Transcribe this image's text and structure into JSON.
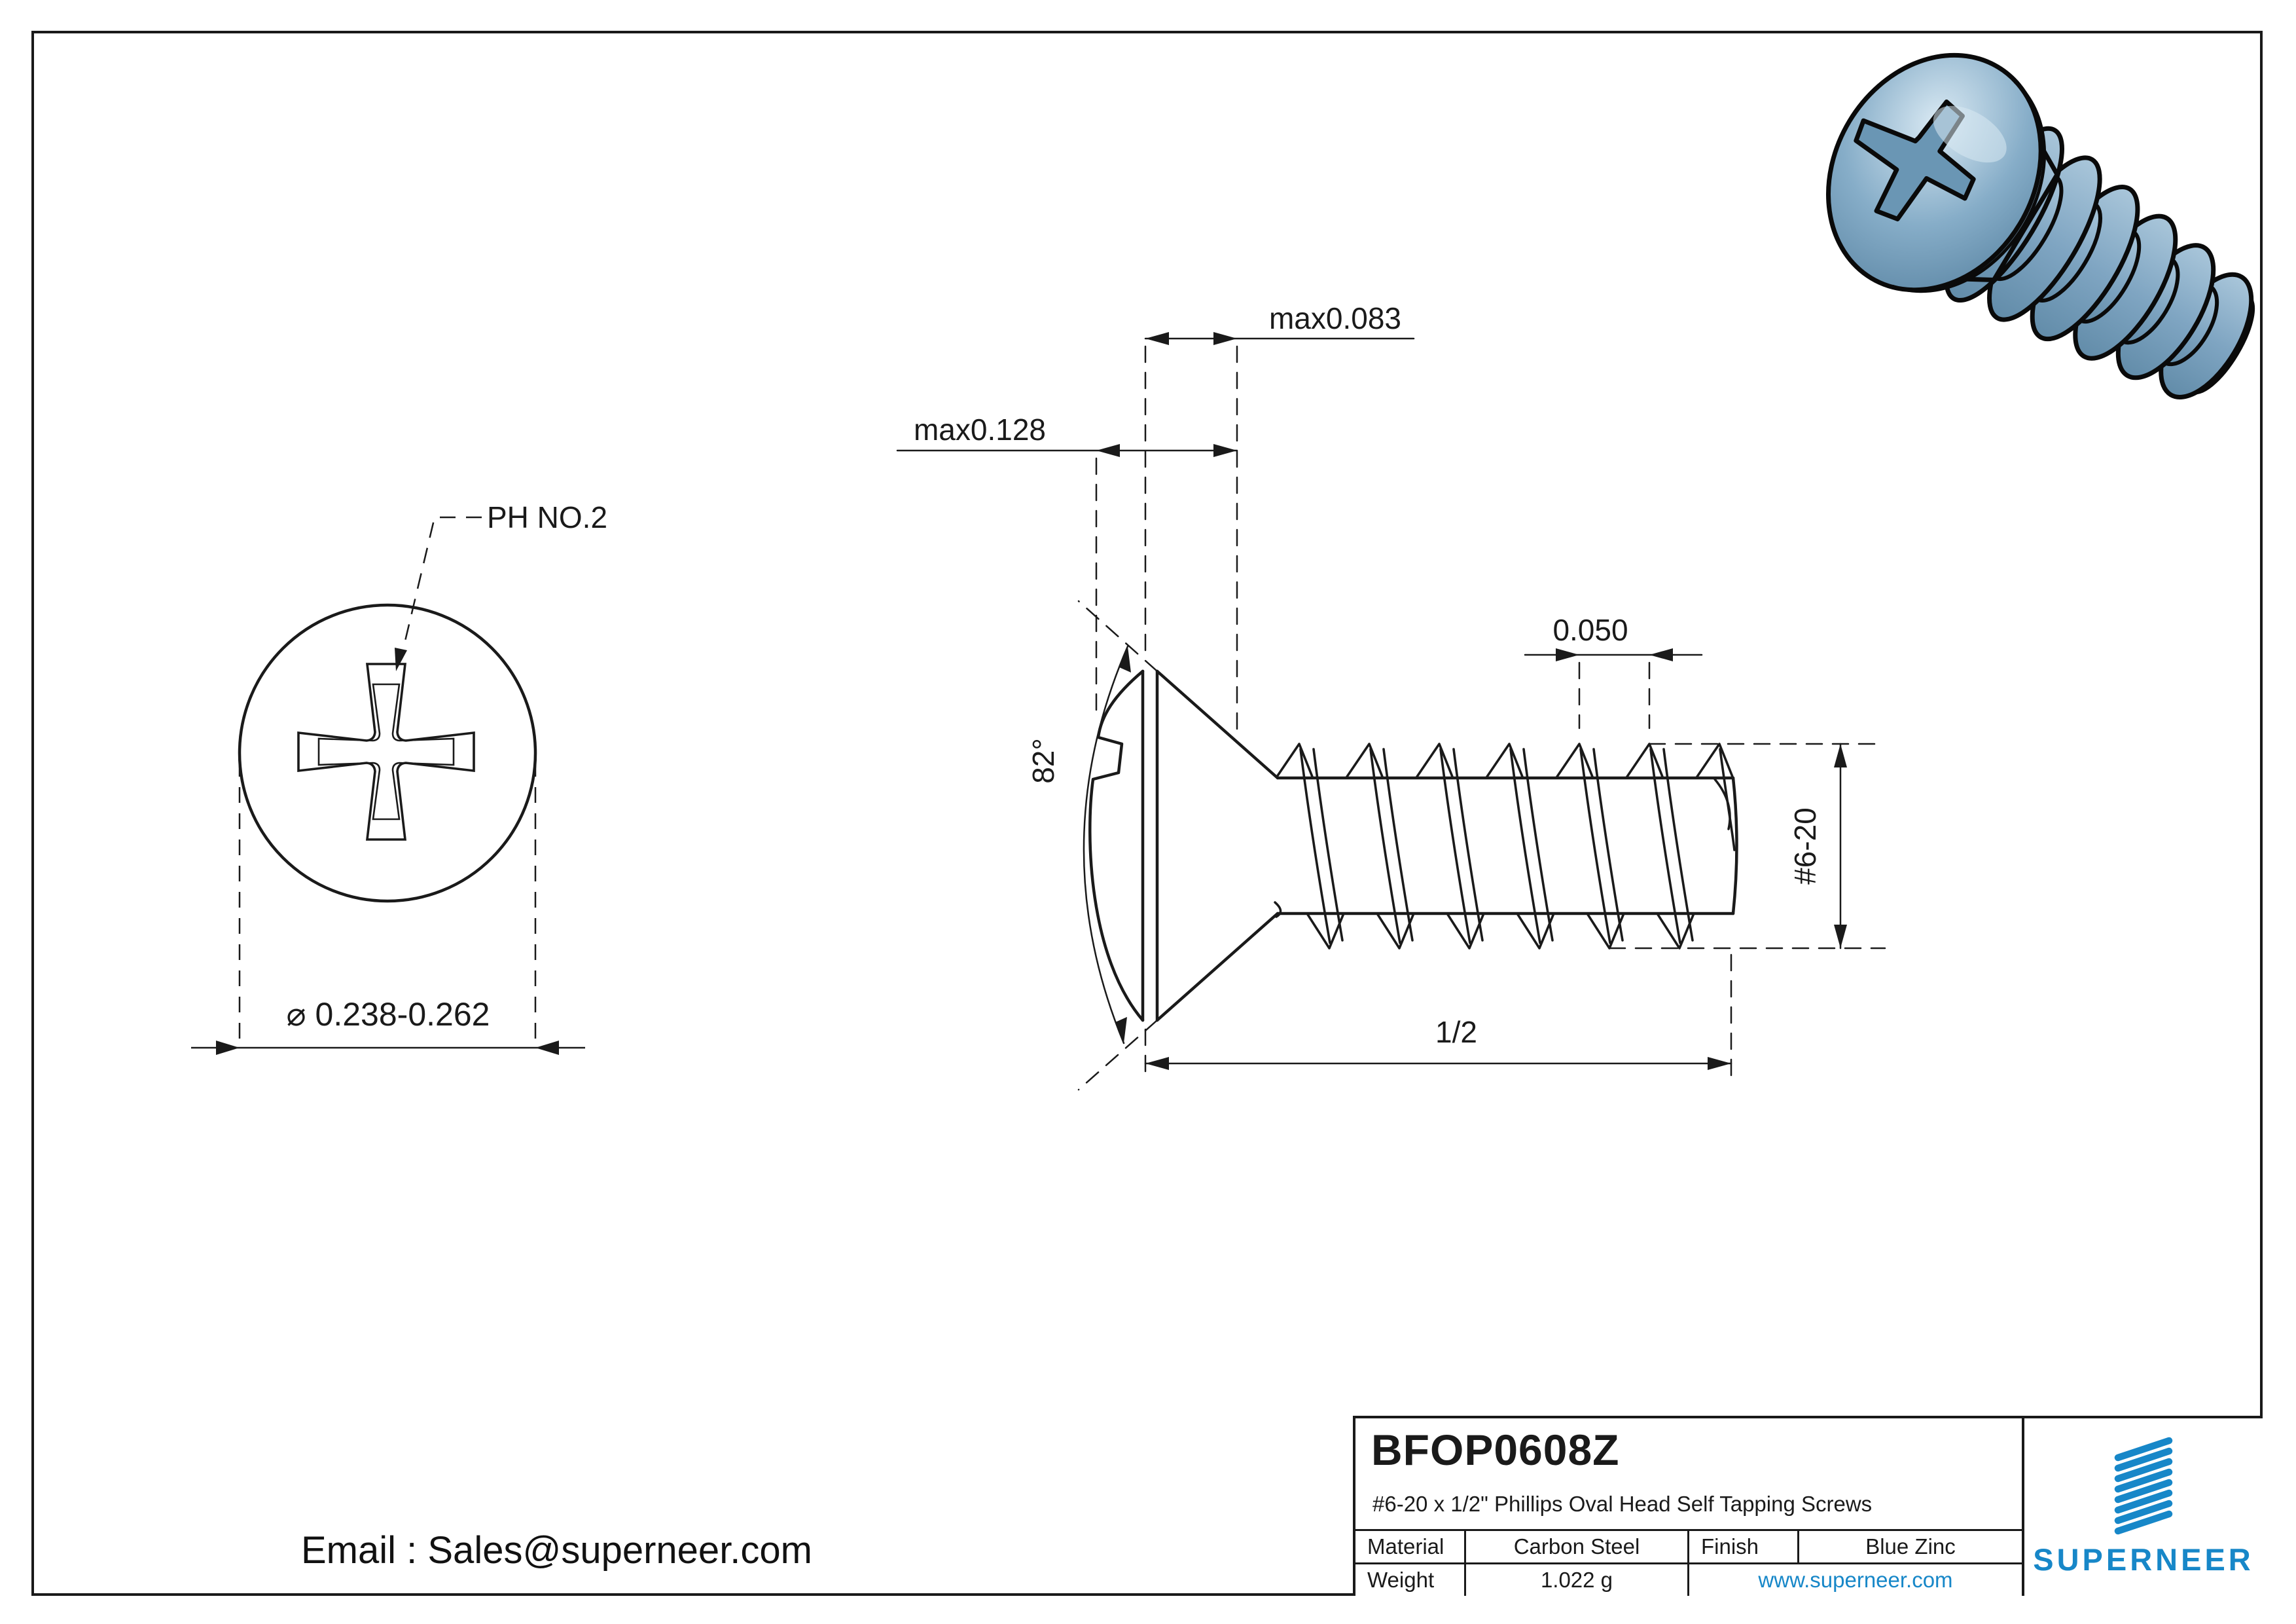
{
  "sheet": {
    "type": "engineering-drawing",
    "line_color": "#1a1a1a",
    "background": "#ffffff"
  },
  "front_view": {
    "leader_label": "PH NO.2",
    "diameter_dim": "⌀ 0.238-0.262"
  },
  "side_view": {
    "head_height_dim": "max0.083",
    "total_head_dim": "max0.128",
    "pitch_dim": "0.050",
    "angle_dim": "82°",
    "thread_size_dim": "#6-20",
    "length_dim": "1/2"
  },
  "render_3d": {
    "description": "blue zinc oval head phillips screw",
    "body_color": "#7fa5c2",
    "shadow_color": "#5d87a6",
    "highlight_color": "#d9e9f3",
    "outline_color": "#0a0a0a"
  },
  "title_block": {
    "part_number": "BFOP0608Z",
    "description": "#6-20 x 1/2\" Phillips Oval Head Self Tapping Screws",
    "material_label": "Material",
    "material_value": "Carbon Steel",
    "finish_label": "Finish",
    "finish_value": "Blue Zinc",
    "weight_label": "Weight",
    "weight_value": "1.022 g",
    "website": "www.superneer.com",
    "brand": "SUPERNEER",
    "accent_color": "#1787c8"
  },
  "footer": {
    "email": "Email : Sales@superneer.com"
  }
}
